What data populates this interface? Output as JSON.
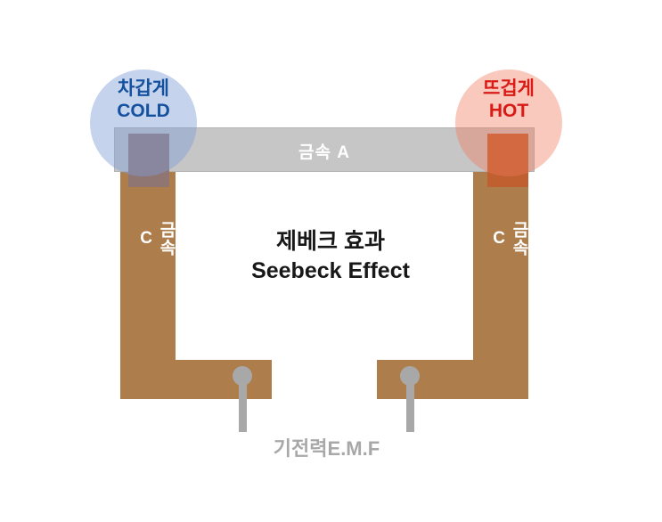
{
  "diagram": {
    "title_ko": "제베크 효과",
    "title_en": "Seebeck Effect",
    "cold": {
      "label_ko": "차갑게",
      "label_en": "COLD",
      "text_color": "#14519E",
      "halo_color": "#C3CFE8",
      "junction_color": "#8F7672"
    },
    "hot": {
      "label_ko": "뜨겁게",
      "label_en": "HOT",
      "text_color": "#D91B16",
      "halo_color": "#F8BCA8",
      "junction_color": "#C05F30"
    },
    "metal_a": {
      "label": "금속 A",
      "color": "#C6C6C6",
      "border_color": "#B4B4B4",
      "label_color": "#FFFFFF"
    },
    "metal_c_left": {
      "label": "금속\nC",
      "color": "#AD7E4B",
      "label_color": "#FFFFFF"
    },
    "metal_c_right": {
      "label": "금속\nC",
      "color": "#AD7E4B",
      "label_color": "#FFFFFF"
    },
    "emf": {
      "label": "기전력E.M.F",
      "wire_color": "#A8A8A8",
      "text_color": "#A8A8A8"
    },
    "background_color": "#FFFFFF"
  }
}
